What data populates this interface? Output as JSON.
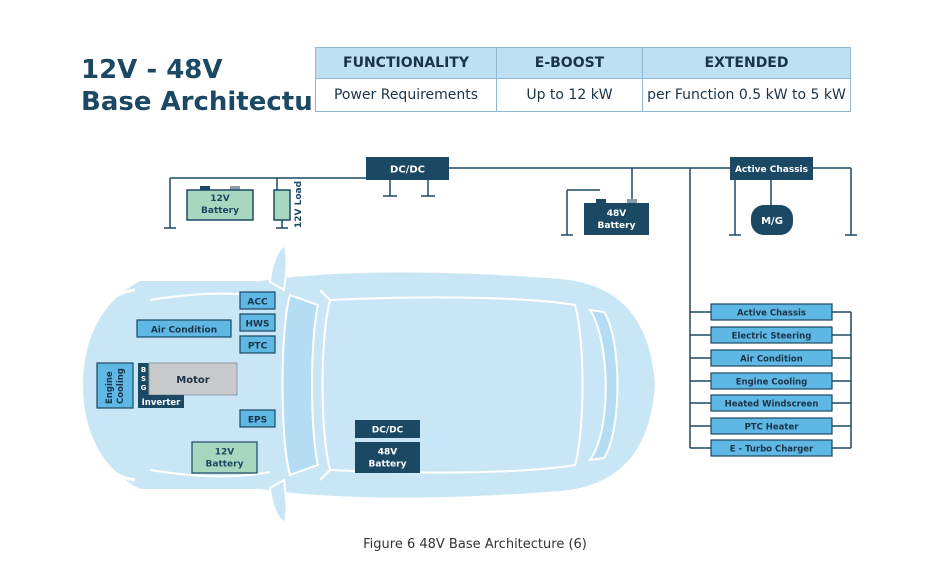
{
  "title": {
    "line1": "12V - 48V",
    "line2": "Base Architecture"
  },
  "table": {
    "headers": [
      "FUNCTIONALITY",
      "E-BOOST",
      "EXTENDED"
    ],
    "row": [
      "Power Requirements",
      "Up to 12 kW",
      "per Function 0.5 kW to 5 kW"
    ]
  },
  "diagram": {
    "dcdc_top": "DC/DC",
    "active_chassis_top": "Active Chassis",
    "battery12_top": [
      "12V",
      "Battery"
    ],
    "load12": "12V Load",
    "battery48_top": [
      "48V",
      "Battery"
    ],
    "mg": "M/G",
    "consumers": [
      "Active Chassis",
      "Electric Steering",
      "Air Condition",
      "Engine Cooling",
      "Heated Windscreen",
      "PTC Heater",
      "E - Turbo Charger"
    ],
    "car": {
      "acc": "ACC",
      "hws": "HWS",
      "ptc": "PTC",
      "eps": "EPS",
      "air_condition": "Air Condition",
      "engine_cooling": [
        "Engine",
        "Cooling"
      ],
      "bsg": [
        "B",
        "S",
        "G"
      ],
      "motor": "Motor",
      "inverter": "Inverter",
      "battery12": [
        "12V",
        "Battery"
      ],
      "dcdc": "DC/DC",
      "battery48": [
        "48V",
        "Battery"
      ]
    }
  },
  "caption": "Figure 6 48V Base Architecture (6)",
  "colors": {
    "dark": "#1b4863",
    "light_box": "#5fb8e3",
    "green": "#a7d8bf",
    "car": "#c9e6f7",
    "motor": "#c7c9cb"
  }
}
